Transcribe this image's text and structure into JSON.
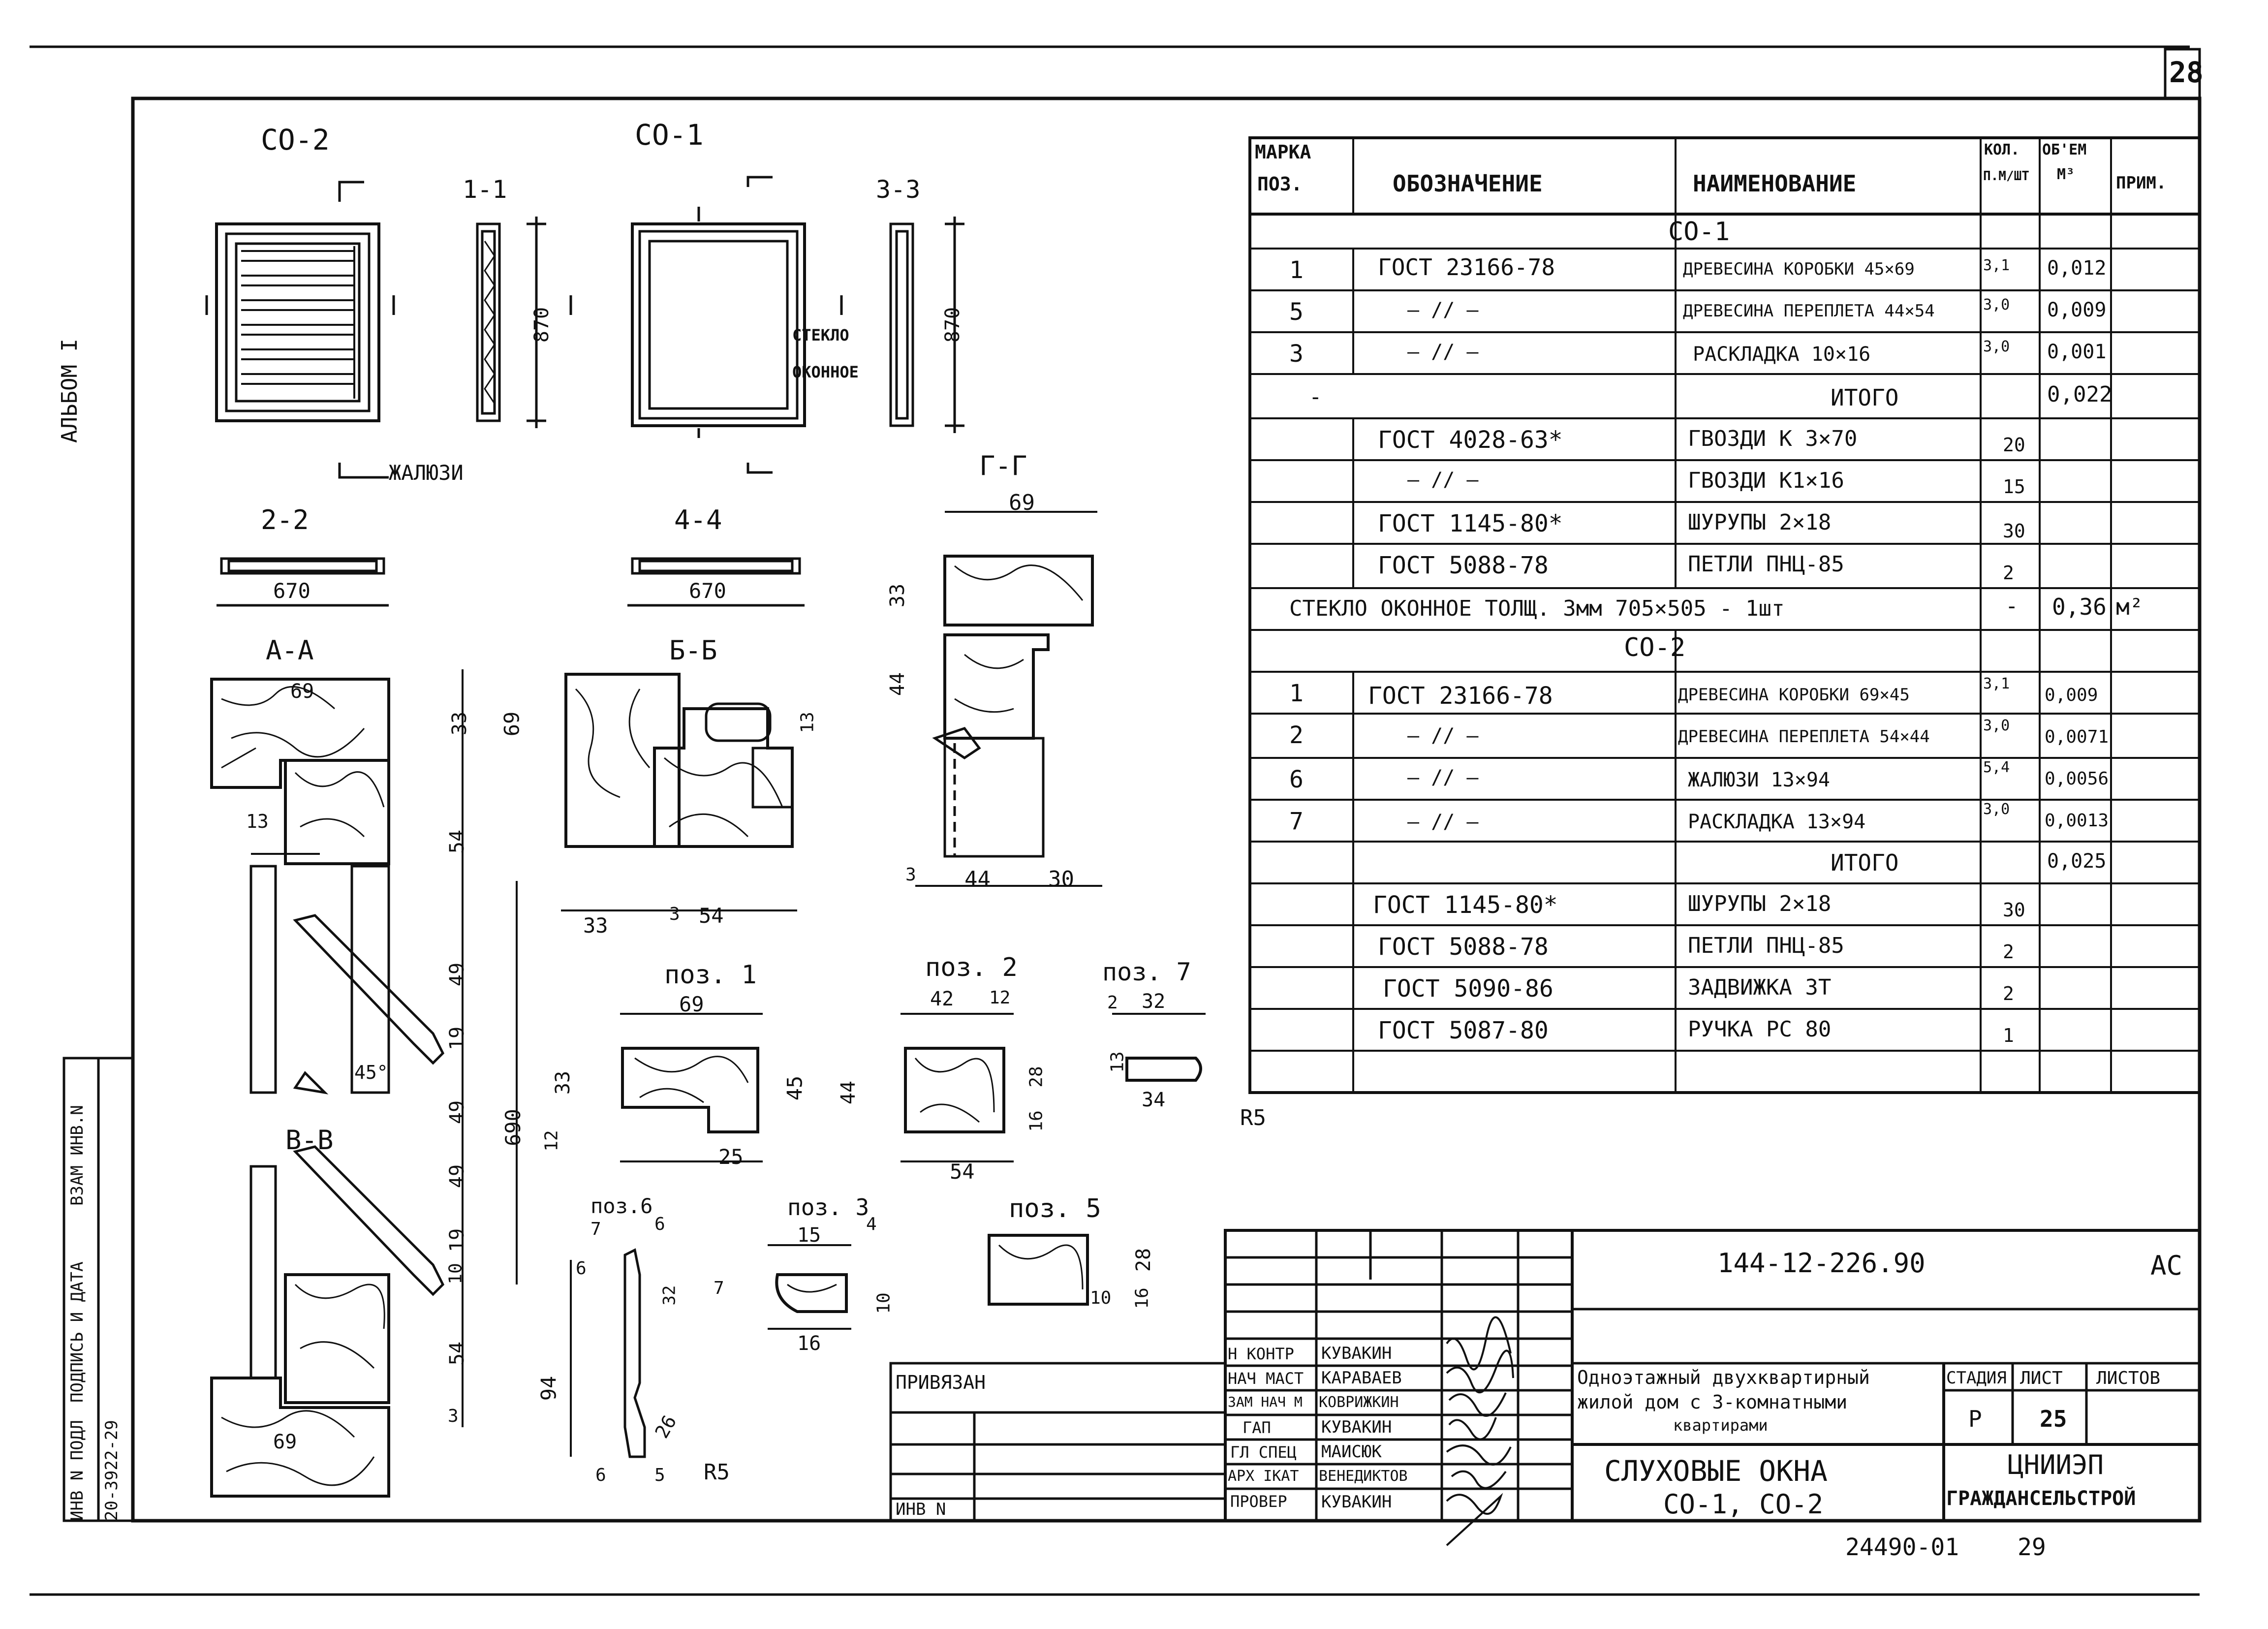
{
  "sheet_number": "28",
  "album": "АЛЬБОМ I",
  "bottom_code": "24490-01",
  "bottom_page": "29",
  "drawings": {
    "co2_title": "СО-2",
    "co1_title": "СО-1",
    "s11": "1-1",
    "s33": "3-3",
    "s22": "2-2",
    "s44": "4-4",
    "sAA": "А-А",
    "sBB": "Б-Б",
    "sGG": "Г-Г",
    "sVV": "В-В",
    "poz1": "поз. 1",
    "poz2": "поз. 2",
    "poz7": "поз. 7",
    "poz6": "поз.6",
    "poz3": "поз. 3",
    "poz5": "поз. 5",
    "zhaluzi": "ЖАЛЮЗИ",
    "steklo": "СТЕКЛО",
    "okonnoe": "ОКОННОЕ",
    "d870a": "870",
    "d870b": "870",
    "d670a": "670",
    "d670b": "670",
    "d69a": "69",
    "d69b": "69",
    "d69c": "69",
    "d69d": "69",
    "d69e": "69",
    "d33a": "33",
    "d33b": "33",
    "d33c": "33",
    "d33d": "33",
    "d3a": "3",
    "d3b": "3",
    "d3c": "3",
    "d44a": "44",
    "d44b": "44",
    "d44c": "44",
    "d54a": "54",
    "d54b": "54",
    "d54c": "54",
    "d54d": "54",
    "d13a": "13",
    "d13b": "13",
    "d13c": "13",
    "d49a": "49",
    "d49b": "49",
    "d49c": "49",
    "d19a": "19",
    "d19b": "19",
    "d690": "690",
    "d10": "10",
    "d45deg": "45°",
    "d30": "30",
    "d45": "45",
    "d12a": "12",
    "d12b": "12",
    "d25": "25",
    "d42": "42",
    "d28a": "28",
    "d28b": "28",
    "d16a": "16",
    "d16b": "16",
    "d16c": "16",
    "d2": "2",
    "d32a": "32",
    "d32b": "32",
    "d34": "34",
    "r5a": "R5",
    "r5b": "R5",
    "d15": "15",
    "d4": "4",
    "d7a": "7",
    "d7b": "7",
    "d6a": "6",
    "d6b": "6",
    "d6c": "6",
    "d94": "94",
    "d26": "26",
    "d5": "5",
    "d10b": "10",
    "d10c": "10"
  },
  "spec_table": {
    "headers": {
      "marka": "МАРКА",
      "poz": "ПОЗ.",
      "oboznachenie": "ОБОЗНАЧЕНИЕ",
      "naimenovanie": "НАИМЕНОВАНИЕ",
      "kol1": "КОЛ.",
      "kol2": "П.М/ШТ",
      "obem1": "ОБ'ЕМ",
      "obem2": "М³",
      "prim": "ПРИМ."
    },
    "co1_header": "СО-1",
    "co2_header": "СО-2",
    "co1_rows": [
      {
        "poz": "1",
        "oboz": "ГОСТ 23166-78",
        "name": "ДРЕВЕСИНА КОРОБКИ 45×69",
        "kol": "3,1",
        "obem": "0,012"
      },
      {
        "poz": "5",
        "oboz": "— // —",
        "name": "ДРЕВЕСИНА ПЕРЕПЛЕТА 44×54",
        "kol": "3,0",
        "obem": "0,009"
      },
      {
        "poz": "3",
        "oboz": "— // —",
        "name": "РАСКЛАДКА 10×16",
        "kol": "3,0",
        "obem": "0,001"
      }
    ],
    "co1_itogo_dash": "-",
    "co1_itogo_label": "ИТОГО",
    "co1_itogo_value": "0,022",
    "co1_hw": [
      {
        "oboz": "ГОСТ 4028-63*",
        "name": "ГВОЗДИ К 3×70",
        "kol": "20"
      },
      {
        "oboz": "— // —",
        "name": "ГВОЗДИ К1×16",
        "kol": "15"
      },
      {
        "oboz": "ГОСТ 1145-80*",
        "name": "ШУРУПЫ 2×18",
        "kol": "30"
      },
      {
        "oboz": "ГОСТ 5088-78",
        "name": "ПЕТЛИ ПНЦ-85",
        "kol": "2"
      }
    ],
    "glass_row": {
      "text": "СТЕКЛО ОКОННОЕ ТОЛЩ. 3мм 705×505 - 1шт",
      "kol": "-",
      "obem": "0,36",
      "prim": "м²"
    },
    "co2_rows": [
      {
        "poz": "1",
        "oboz": "ГОСТ 23166-78",
        "name": "ДРЕВЕСИНА КОРОБКИ 69×45",
        "kol": "3,1",
        "obem": "0,009"
      },
      {
        "poz": "2",
        "oboz": "— // —",
        "name": "ДРЕВЕСИНА ПЕРЕПЛЕТА 54×44",
        "kol": "3,0",
        "obem": "0,0071"
      },
      {
        "poz": "6",
        "oboz": "— // —",
        "name": "ЖАЛЮЗИ 13×94",
        "kol": "5,4",
        "obem": "0,0056"
      },
      {
        "poz": "7",
        "oboz": "— // —",
        "name": "РАСКЛАДКА 13×94",
        "kol": "3,0",
        "obem": "0,0013"
      }
    ],
    "co2_itogo_label": "ИТОГО",
    "co2_itogo_value": "0,025",
    "co2_hw": [
      {
        "oboz": "ГОСТ 1145-80*",
        "name": "ШУРУПЫ 2×18",
        "kol": "30"
      },
      {
        "oboz": "ГОСТ 5088-78",
        "name": "ПЕТЛИ ПНЦ-85",
        "kol": "2"
      },
      {
        "oboz": "ГОСТ 5090-86",
        "name": "ЗАДВИЖКА 3Т",
        "kol": "2"
      },
      {
        "oboz": "ГОСТ 5087-80",
        "name": "РУЧКА РС 80",
        "kol": "1"
      }
    ]
  },
  "stamp": {
    "code": "144-12-226.90",
    "ac": "АС",
    "privyazan": "ПРИВЯЗАН",
    "inv": "ИНВ N",
    "roles": [
      "Н КОНТР",
      "НАЧ МАСТ",
      "ЗАМ НАЧ М",
      "ГАП",
      "ГЛ СПЕЦ",
      "АРХ IКАТ",
      "ПРОВЕР"
    ],
    "names": [
      "КУВАКИН",
      "КАРАВАЕВ",
      "КОВРИЖКИН",
      "КУВАКИН",
      "МАИСЮК",
      "ВЕНЕДИКТОВ",
      "КУВАКИН"
    ],
    "project_line1": "Одноэтажный двухквартирный",
    "project_line2": "жилой дом с 3-комнатными",
    "project_line3": "квартирами",
    "stadiya": "СТАДИЯ",
    "list": "ЛИСТ",
    "listov": "ЛИСТОВ",
    "stadiya_val": "Р",
    "list_val": "25",
    "title1": "СЛУХОВЫЕ ОКНА",
    "title2": "СО-1, СО-2",
    "org1": "ЦНИИЭП",
    "org2": "ГРАЖДАНСЕЛЬСТРОЙ"
  },
  "side_stamp": {
    "inv_podl": "ИНВ N ПОДЛ",
    "podpis": "ПОДПИСЬ И ДАТА",
    "vzam": "ВЗАМ ИНВ.N",
    "number": "20-3922-29"
  }
}
